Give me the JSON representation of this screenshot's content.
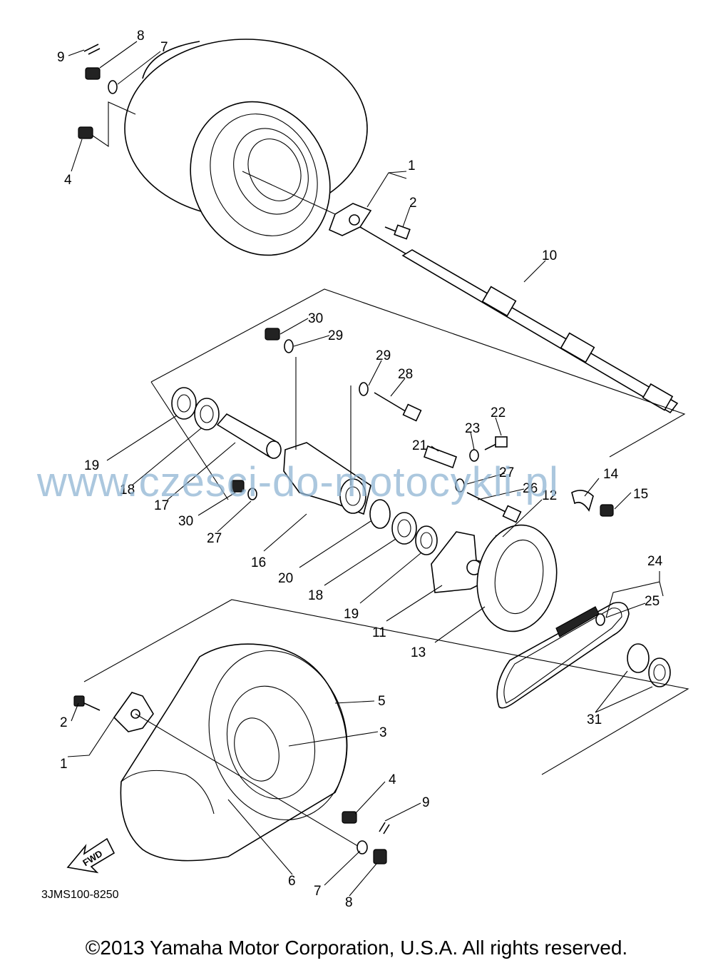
{
  "diagram": {
    "watermark": "www.czesci-do-motocykli.pl",
    "catalog_code": "3JMS100-8250",
    "fwd_label": "FWD",
    "copyright": "©2013 Yamaha Motor Corporation, U.S.A. All rights reserved.",
    "callouts": {
      "c9a": "9",
      "c8a": "8",
      "c7a": "7",
      "c4a": "4",
      "c1a": "1",
      "c2a": "2",
      "c10": "10",
      "c30a": "30",
      "c29a": "29",
      "c29b": "29",
      "c28": "28",
      "c22": "22",
      "c23": "23",
      "c21": "21",
      "c27a": "27",
      "c26": "26",
      "c14": "14",
      "c15": "15",
      "c12": "12",
      "c19a": "19",
      "c18a": "18",
      "c17": "17",
      "c30b": "30",
      "c27b": "27",
      "c16": "16",
      "c20": "20",
      "c18b": "18",
      "c19b": "19",
      "c11": "11",
      "c13": "13",
      "c24": "24",
      "c25": "25",
      "c31": "31",
      "c5": "5",
      "c3": "3",
      "c4b": "4",
      "c9b": "9",
      "c2b": "2",
      "c1b": "1",
      "c6": "6",
      "c7b": "7",
      "c8b": "8"
    }
  }
}
